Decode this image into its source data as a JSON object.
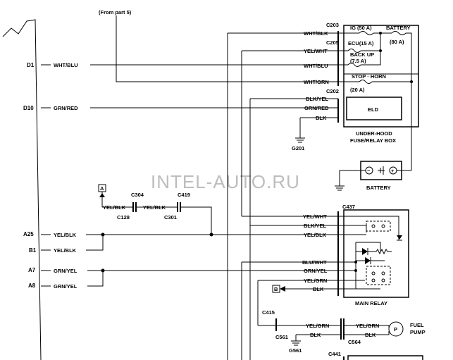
{
  "header_note": "(From part 5)",
  "watermark": "INTEL-AUTO.RU",
  "ecm_pins": {
    "d1": "D1",
    "d10": "D10",
    "a25": "A25",
    "b1": "B1",
    "a7": "A7",
    "a8": "A8"
  },
  "wires": {
    "d1": "WHT/BLU",
    "d10": "GRN/RED",
    "a25": "YEL/BLK",
    "b1": "YEL/BLK",
    "a7": "GRN/YEL",
    "a8": "GRN/YEL",
    "c304_left": "YEL/BLK",
    "c304_right": "YEL/BLK",
    "fuse_wht_blk": "WHT/BLK",
    "fuse_yel_wht": "YEL/WHT",
    "fuse_wht_blu": "WHT/BLU",
    "fuse_wht_grn": "WHT/GRN",
    "eld_blk_yel": "BLK/YEL",
    "eld_grn_red": "GRN/RED",
    "eld_blk": "BLK",
    "relay_yel_wht": "YEL/WHT",
    "relay_blk_yel": "BLK/YEL",
    "relay_yel_blk": "YEL/BLK",
    "relay_blu_wht": "BLU/WHT",
    "relay_grn_yel": "GRN/YEL",
    "relay_yel_grn": "YEL/GRN",
    "relay_blk": "BLK",
    "pump_yel_grn_left": "YEL/GRN",
    "pump_yel_grn_right": "YEL/GRN",
    "pump_blk_left": "BLK",
    "pump_blk_right": "BLK"
  },
  "connectors": {
    "c203": "C203",
    "c205": "C205",
    "c202": "C202",
    "c304": "C304",
    "c419": "C419",
    "c128": "C128",
    "c301": "C301",
    "c437": "C437",
    "c415": "C415",
    "c561": "C561",
    "c564": "C564",
    "c441": "C441"
  },
  "fuses": {
    "ig": "IG (50 A)",
    "battery": "BATTERY",
    "battery_amps": "(80 A)",
    "ecu": "ECU(15 A)",
    "backup_1": "BACK UP",
    "backup_2": "(7.5 A)",
    "stop_horn": "STOP · HORN",
    "stop_horn_amps": "(20 A)"
  },
  "components": {
    "eld": "ELD",
    "fuse_box_1": "UNDER-HOOD",
    "fuse_box_2": "FUSE/RELAY BOX",
    "battery": "BATTERY",
    "main_relay": "MAIN RELAY",
    "fuel_pump_1": "FUEL",
    "fuel_pump_2": "PUMP",
    "pump_symbol": "P",
    "battery_minus": "−",
    "battery_plus": "+"
  },
  "grounds": {
    "g201": "G201",
    "g561": "G561"
  },
  "refs": {
    "a": "A",
    "b": "B"
  }
}
